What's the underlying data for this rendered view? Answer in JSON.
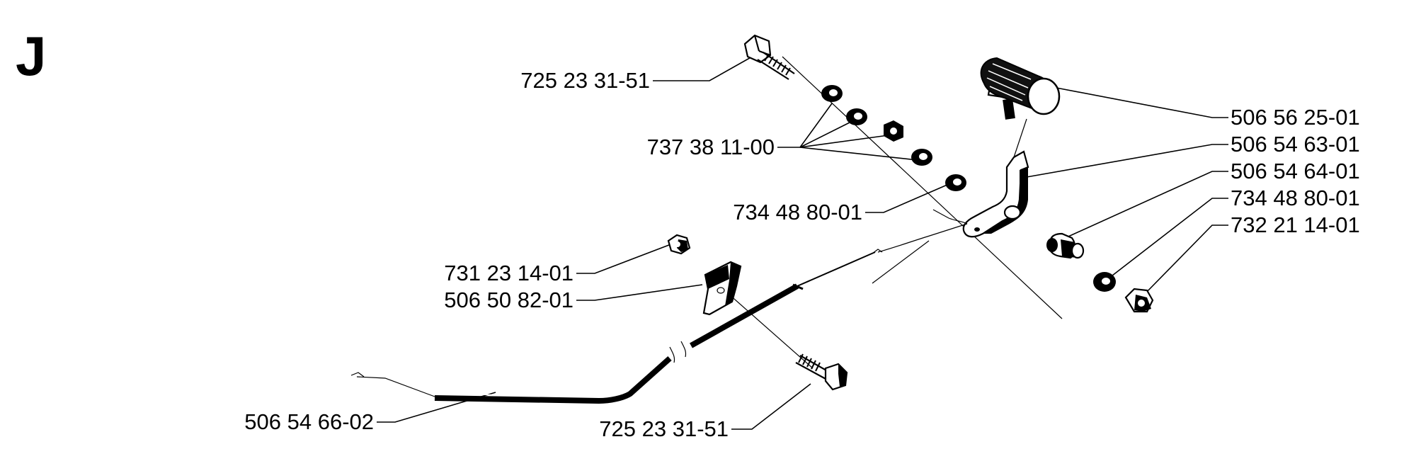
{
  "section": "J",
  "labels": {
    "screw_top": "725 23 31-51",
    "washers": "737 38 11-00",
    "washer_inner": "734 48 80-01",
    "nut_left": "731 23 14-01",
    "bracket": "506 50 82-01",
    "cable": "506 54 66-02",
    "screw_bottom": "725 23 31-51",
    "handle_grip": "506 56 25-01",
    "lever": "506 54 63-01",
    "bushing": "506 54 64-01",
    "washer_outer": "734 48 80-01",
    "nut_right": "732 21 14-01"
  }
}
